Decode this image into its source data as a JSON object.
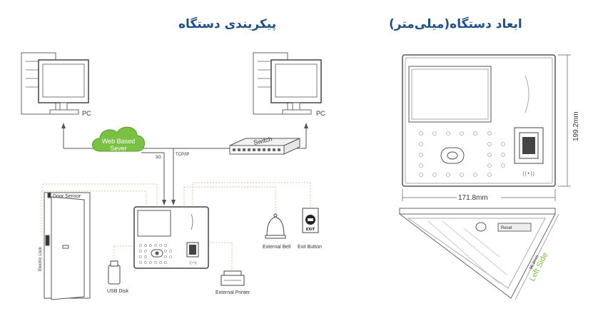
{
  "titles": {
    "configuration": "پیکربندی دستگاه",
    "dimensions": "ابعاد دستگاه(میلی‌متر)"
  },
  "labels": {
    "pc_left": "PC",
    "pc_right": "PC",
    "cloud_line1": "Web Based",
    "cloud_line2": "Sever",
    "switch": "Switch",
    "tcpip": "TCP/IP",
    "3g": "3G",
    "door_sensor": "Door Sensor",
    "electric_lock": "Electric Lock",
    "usb_disk": "USB Disk",
    "external_printer": "External Printer",
    "external_bell": "External Bell",
    "exit_button": "Exit Button",
    "exit_text": "EXIT"
  },
  "dimensions": {
    "height": "199.2mm",
    "width": "171.8mm",
    "depth": "96.9mm",
    "left_side": "Left Side",
    "reset": "Reset"
  },
  "colors": {
    "title": "#1d4f8a",
    "cloud": "#7ac143",
    "left_side": "#7ac143",
    "dashed_line": "#d8c79a",
    "line": "#555555"
  }
}
